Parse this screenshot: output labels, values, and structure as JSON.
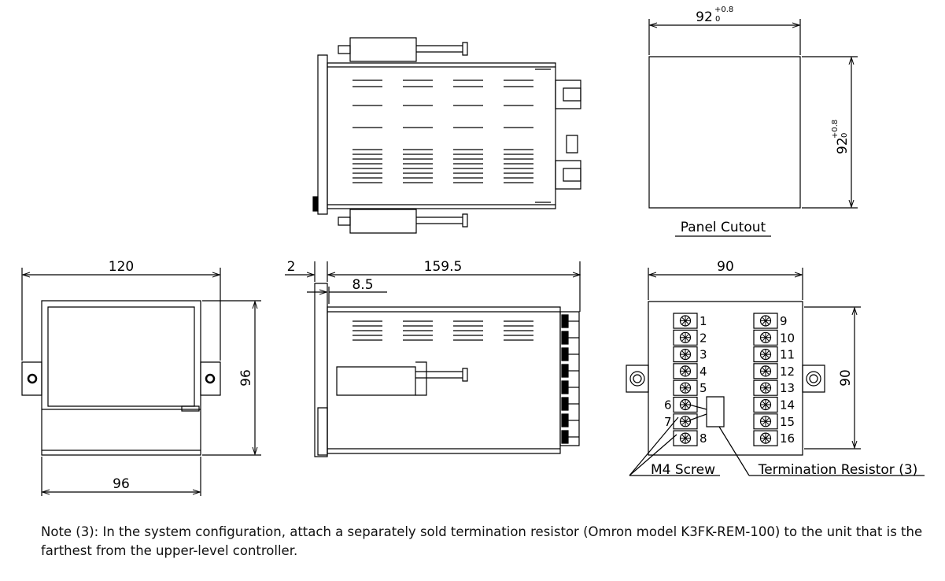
{
  "dimensions": {
    "cutout_width": "92",
    "cutout_height": "92",
    "tolerance_upper": "+0.8",
    "tolerance_lower": "0",
    "front_width": "120",
    "front_height": "96",
    "body_width": "96",
    "bezel_thickness": "2",
    "depth": "159.5",
    "panel_offset": "8.5",
    "rear_width": "90",
    "rear_height": "90"
  },
  "labels": {
    "panel_cutout": "Panel Cutout",
    "m4_screw": "M4 Screw",
    "termination_resistor": "Termination Resistor (3)"
  },
  "terminals": {
    "left": [
      "1",
      "2",
      "3",
      "4",
      "5",
      "6",
      "7",
      "8"
    ],
    "right": [
      "9",
      "10",
      "11",
      "12",
      "13",
      "14",
      "15",
      "16"
    ]
  },
  "note": "Note (3): In the system configuration, attach a separately sold termination resistor (Omron model K3FK-REM-100) to the unit that is the farthest from the upper-level controller."
}
